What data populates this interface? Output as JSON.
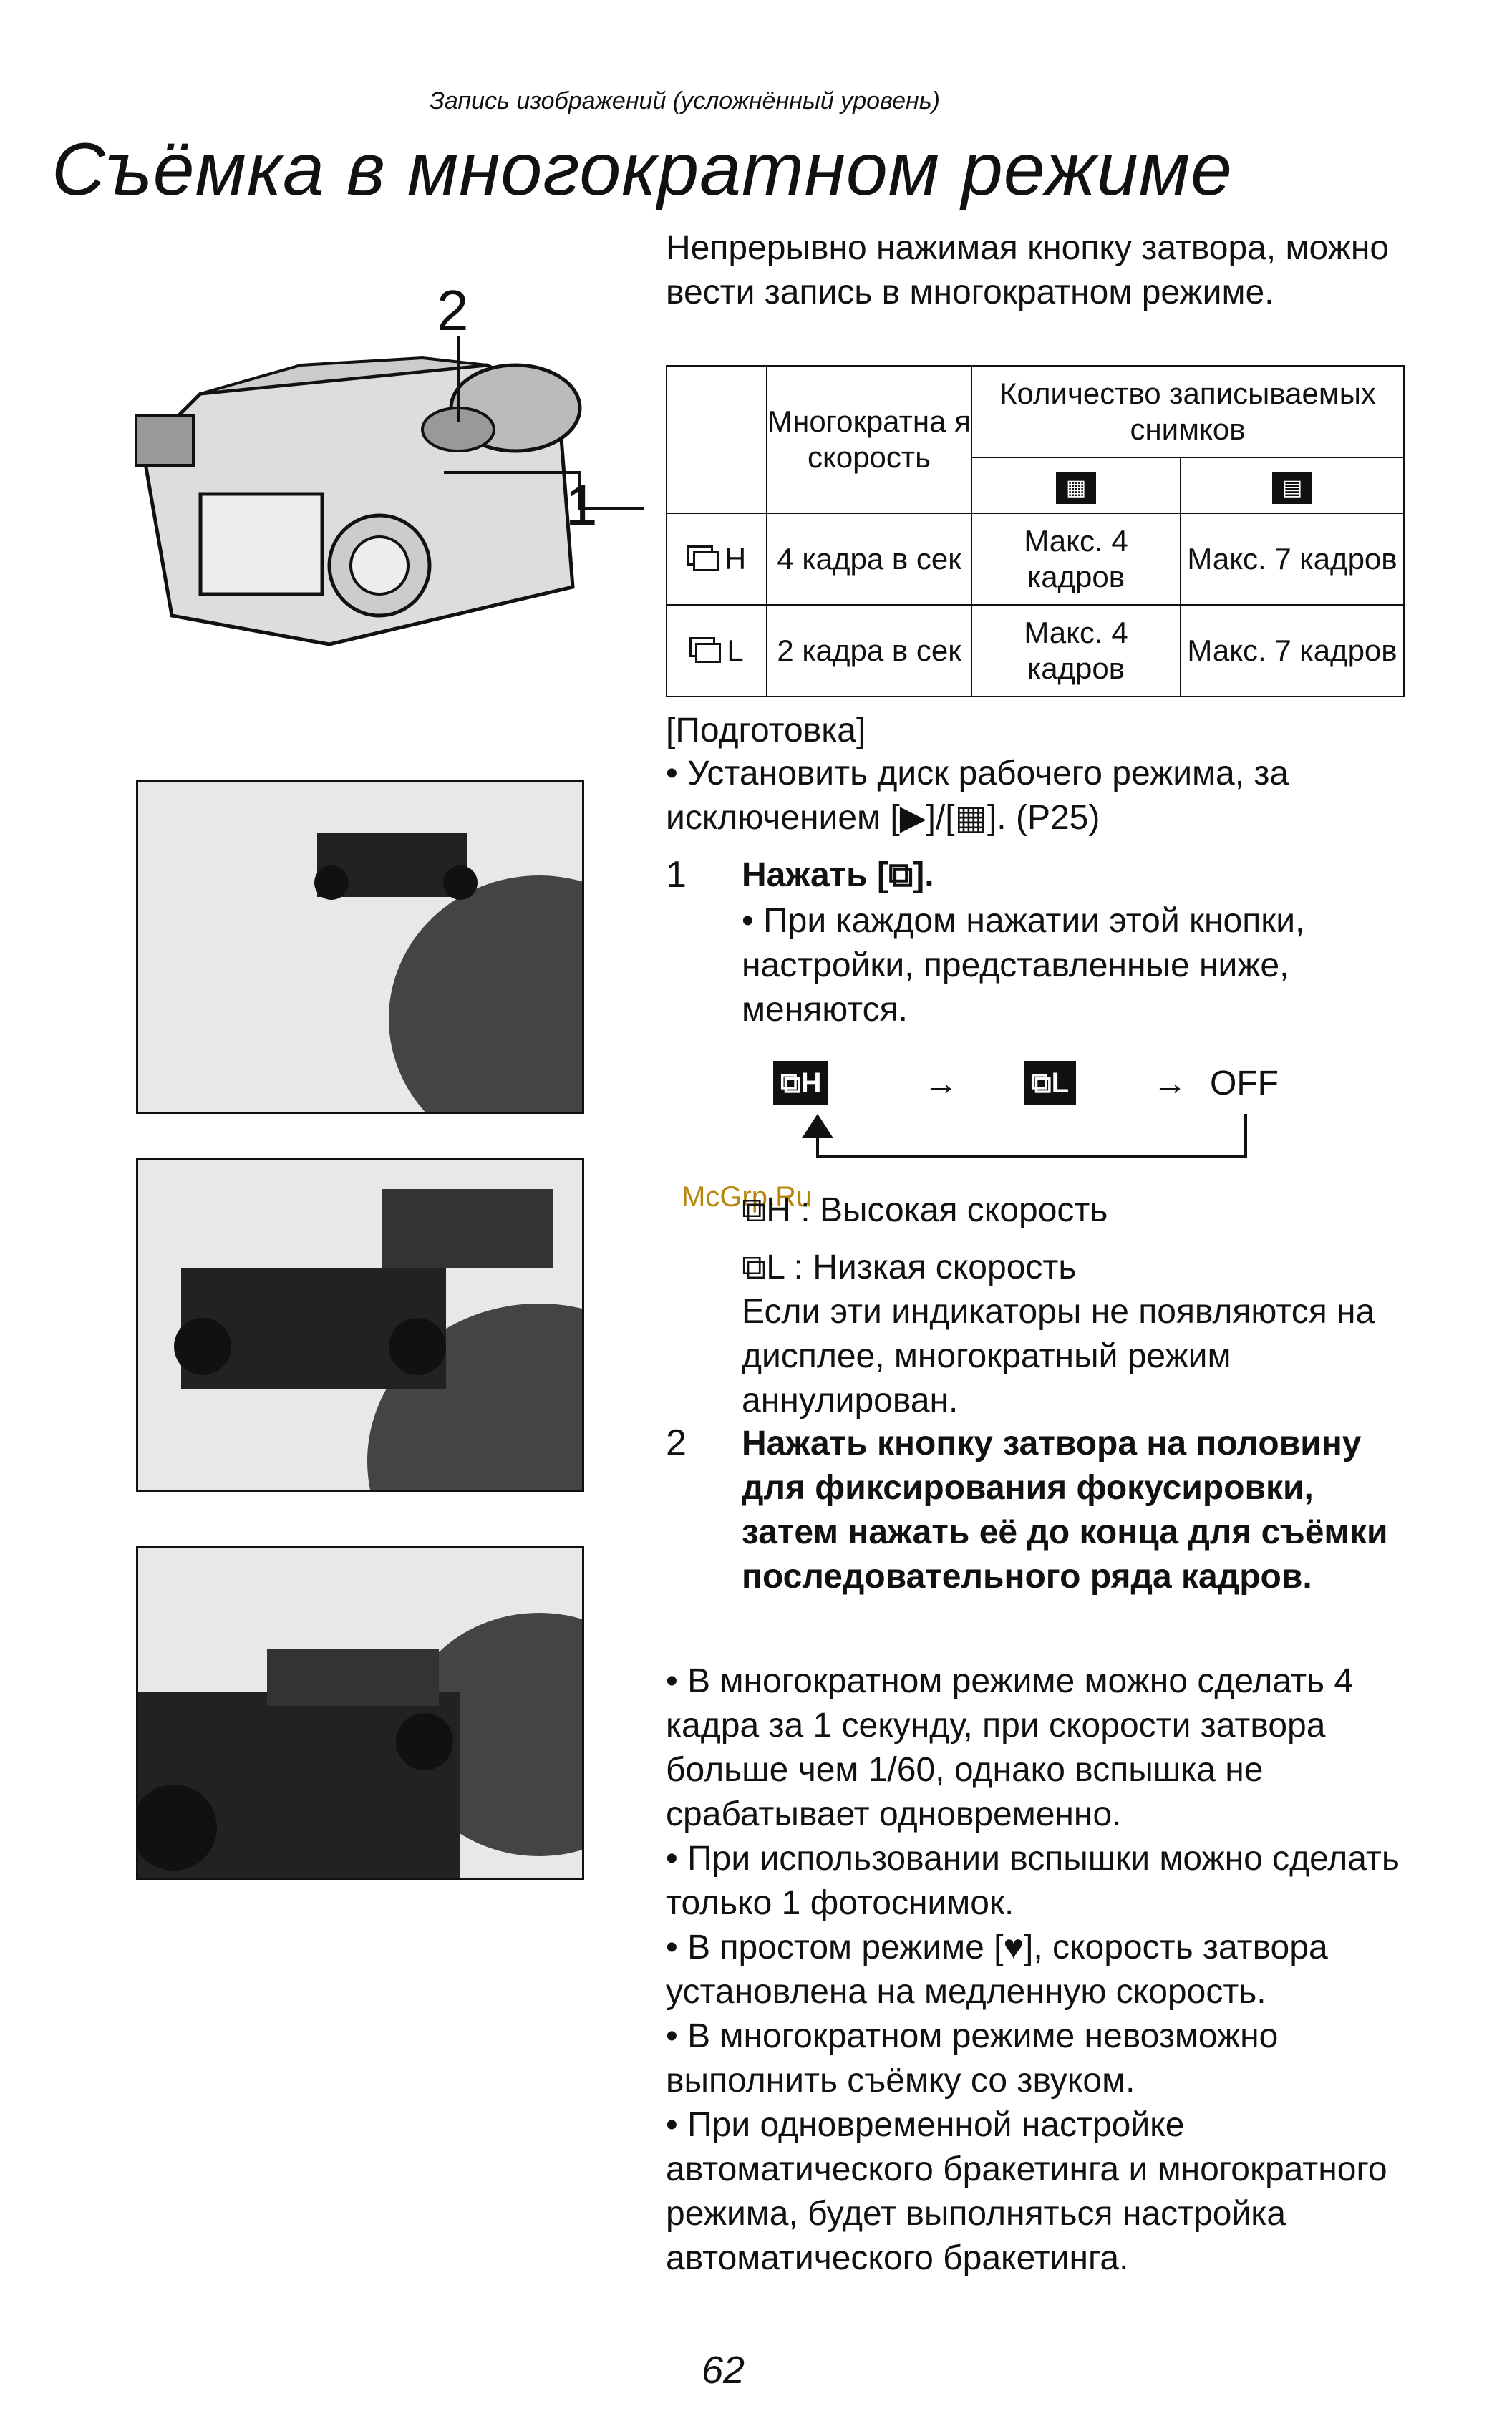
{
  "header": {
    "subtitle": "Запись изображений (усложнённый уровень)",
    "title": "Съёмка в многократном режиме"
  },
  "intro": "Непрерывно нажимая кнопку затвора, можно вести запись в многократном режиме.",
  "camera_labels": {
    "label_1": "1",
    "label_2": "2"
  },
  "table": {
    "col_speed": "Многократна я скорость",
    "col_count": "Количество записываемых снимков",
    "rows": [
      {
        "mode": "H",
        "speed": "4 кадра в сек",
        "fine": "Макс. 4 кадров",
        "standard": "Макс. 7 кадров"
      },
      {
        "mode": "L",
        "speed": "2 кадра в сек",
        "fine": "Макс. 4 кадров",
        "standard": "Макс. 7 кадров"
      }
    ]
  },
  "prep": {
    "heading": "[Подготовка]",
    "bullet": "Установить диск рабочего режима, за исключением [▶]/[▦]. (P25)"
  },
  "step1": {
    "num": "1",
    "title": "Нажать [⧉].",
    "bullet": "При каждом нажатии этой кнопки, настройки, представленные ниже, меняются.",
    "flow": {
      "h": "H",
      "l": "L",
      "off": "OFF",
      "arrow": "→"
    },
    "legend_h": "H :  Высокая скорость",
    "legend_l": "L :  Низкая скорость",
    "note": "Если эти индикаторы не появляются на дисплее, многократный режим аннулирован."
  },
  "step2": {
    "num": "2",
    "title": "Нажать кнопку затвора на половину для фиксирования фокусировки, затем нажать её до конца для съёмки последовательного ряда кадров."
  },
  "notes": [
    "В многократном режиме можно сделать 4 кадра за 1 секунду, при скорости затвора больше чем 1/60, однако вспышка не срабатывает одновременно.",
    "При использовании вспышки можно сделать только 1 фотоснимок.",
    "В простом режиме [♥], скорость затвора установлена на медленную скорость.",
    "В многократном режиме невозможно выполнить съёмку со звуком.",
    "При одновременной настройке автоматического бракетинга и многократного режима, будет выполняться настройка автоматического бракетинга."
  ],
  "watermark": "McGrp.Ru",
  "page_number": "62"
}
